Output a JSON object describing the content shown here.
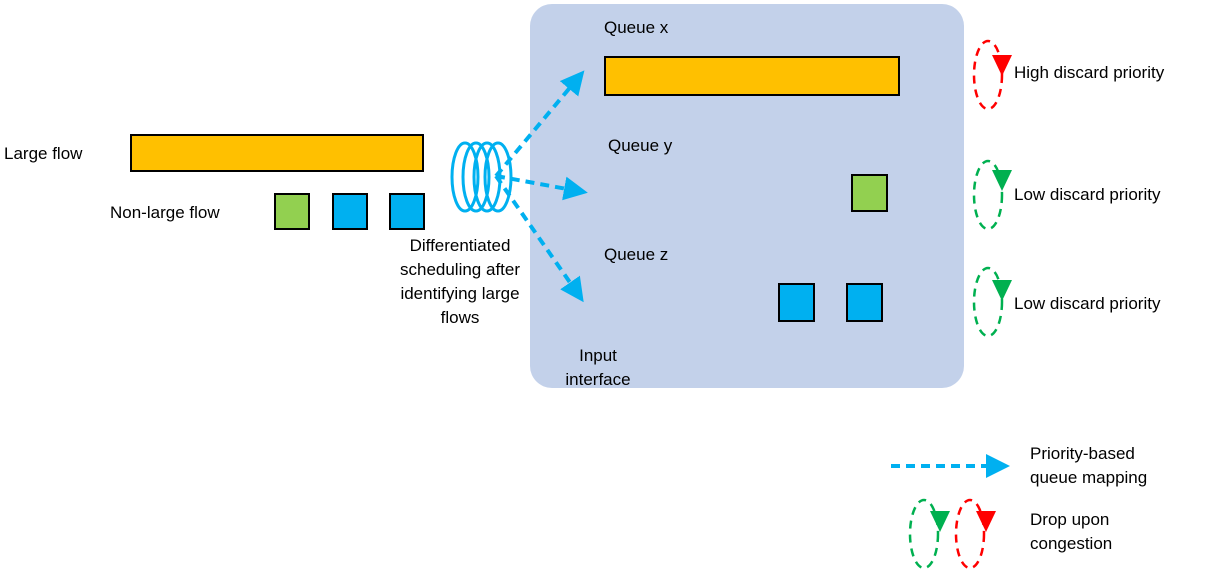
{
  "left": {
    "large_flow_label": "Large flow",
    "non_large_flow_label": "Non-large flow",
    "scheduling_label": [
      "Differentiated",
      "scheduling after",
      "identifying large",
      "flows"
    ]
  },
  "interface": {
    "label": [
      "Input",
      "interface"
    ],
    "queues": [
      {
        "name": "Queue x",
        "priority_label": "High discard priority",
        "priority_color": "#ff0000"
      },
      {
        "name": "Queue y",
        "priority_label": "Low discard priority",
        "priority_color": "#00b050"
      },
      {
        "name": "Queue z",
        "priority_label": "Low discard priority",
        "priority_color": "#00b050"
      }
    ]
  },
  "legend": {
    "mapping_label": [
      "Priority-based",
      "queue mapping"
    ],
    "drop_label": [
      "Drop upon",
      "congestion"
    ]
  },
  "colors": {
    "large_flow": "#ffc000",
    "non_large_green": "#92d050",
    "non_large_blue": "#00b0f0",
    "interface_bg": "#c3d1ea",
    "arrow": "#00b0f0",
    "high_priority": "#ff0000",
    "low_priority": "#00b050"
  }
}
